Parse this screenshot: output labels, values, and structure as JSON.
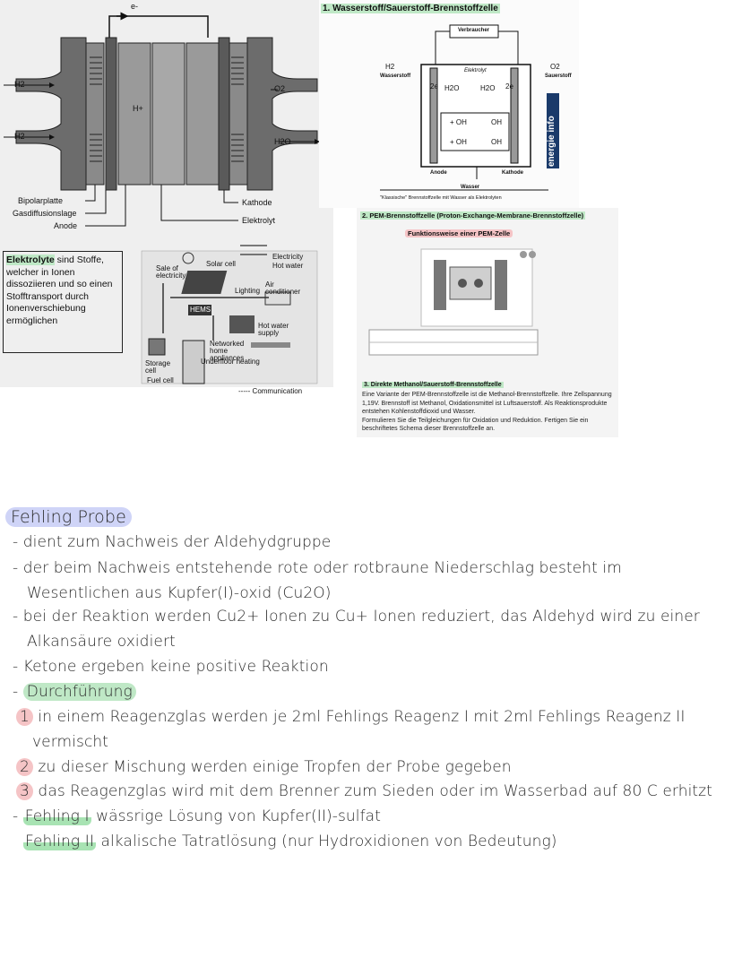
{
  "fuelcell_stack": {
    "electron": "e-",
    "h2_top": "H2",
    "h2_bottom": "H2",
    "o2": "O2",
    "h2o": "H2O",
    "proton": "H+",
    "bipolarplatte": "Bipolarplatte",
    "gasdiffusionslage": "Gasdiffusionslage",
    "anode": "Anode",
    "kathode": "Kathode",
    "elektrolyt": "Elektrolyt"
  },
  "elektrolyte_box": {
    "term": "Elektrolyte",
    "rest": " sind Stoffe, welcher in Ionen dissoziieren und so einen Stofftransport durch Ionenverschiebung ermöglichen"
  },
  "solar_diagram": {
    "legend_electricity": "Electricity",
    "legend_hot_water": "Hot water",
    "sale": "Sale of electricity",
    "solar_cell": "Solar cell",
    "lighting": "Lighting",
    "air_conditioner": "Air conditioner",
    "hems": "HEMS",
    "hot_water_supply": "Hot water supply",
    "networked": "Networked home appliances",
    "underfloor": "Underfloor heating",
    "storage": "Storage cell",
    "fuel_cell": "Fuel cell",
    "communication": "----- Communication"
  },
  "wasserstoff_panel": {
    "title": "1. Wasserstoff/Sauerstoff-Brennstoffzelle",
    "verbraucher": "Verbraucher",
    "h2_in": "H2",
    "wasserstoff": "Wasserstoff",
    "o2_in": "O2",
    "sauerstoff": "Sauerstoff",
    "elektrolyt": "Elektrolyt",
    "two_e_left": "2e",
    "two_e_right": "2e",
    "h2o_a": "H2O",
    "h2o_b": "H2O",
    "oh_a": "+ OH",
    "oh_b": "+ OH",
    "oh_c": "OH",
    "oh_d": "OH",
    "anode": "Anode",
    "kathode": "Kathode",
    "wasser": "Wasser",
    "caption": "\"Klassische\" Brennstoffzelle mit Wasser als Elektrolyten",
    "brand": "energie info"
  },
  "pem_panel": {
    "title": "2. PEM-Brennstoffzelle (Proton-Exchange-Membrane-Brennstoffzelle)",
    "subtitle": "Funktionsweise einer PEM-Zelle",
    "methanol_heading": "3. Direkte Methanol/Sauerstoff-Brennstoffzelle",
    "methanol_text": [
      "Eine Variante der PEM-Brennstoffzelle ist die Methanol-Brennstoffzelle. Ihre Zellspannung",
      "1,19V. Brennstoff ist Methanol, Oxidationsmittel ist Luftsauerstoff. Als Reaktionsprodukte",
      "entstehen Kohlenstoffdioxid und Wasser.",
      "Formulieren Sie die Teilgleichungen für Oxidation und Reduktion. Fertigen Sie ein",
      "beschriftetes Schema dieser Brennstoffzelle an."
    ]
  },
  "notes": {
    "heading": "Fehling Probe",
    "bullets": [
      "- dient zum Nachweis der Aldehydgruppe",
      "- der beim Nachweis entstehende rote oder rotbraune Niederschlag besteht im",
      "Wesentlichen aus Kupfer(I)-oxid (Cu2O)",
      "- bei der Reaktion werden Cu2+ Ionen zu Cu+ Ionen reduziert, das Aldehyd wird zu einer",
      "Alkansäure oxidiert",
      "- Ketone ergeben keine positive Reaktion"
    ],
    "durchfuehrung_dash": "- ",
    "durchfuehrung": "Durchführung",
    "step1_num": "1",
    "step1": " in einem Reagenzglas werden je 2ml Fehlings Reagenz I mit 2ml Fehlings Reagenz II",
    "step1_cont": "vermischt",
    "step2_num": "2",
    "step2": " zu dieser Mischung werden einige Tropfen der Probe gegeben",
    "step3_num": "3",
    "step3": " das Reagenzglas wird mit dem Brenner zum Sieden oder im Wasserbad auf 80 C erhitzt",
    "fehling1_dash": "- ",
    "fehling1_term": "Fehling I",
    "fehling1": " wässrige Lösung von Kupfer(II)-sulfat",
    "fehling2_term": "Fehling II",
    "fehling2": " alkalische Tatratlösung (nur Hydroxidionen von Bedeutung)"
  }
}
